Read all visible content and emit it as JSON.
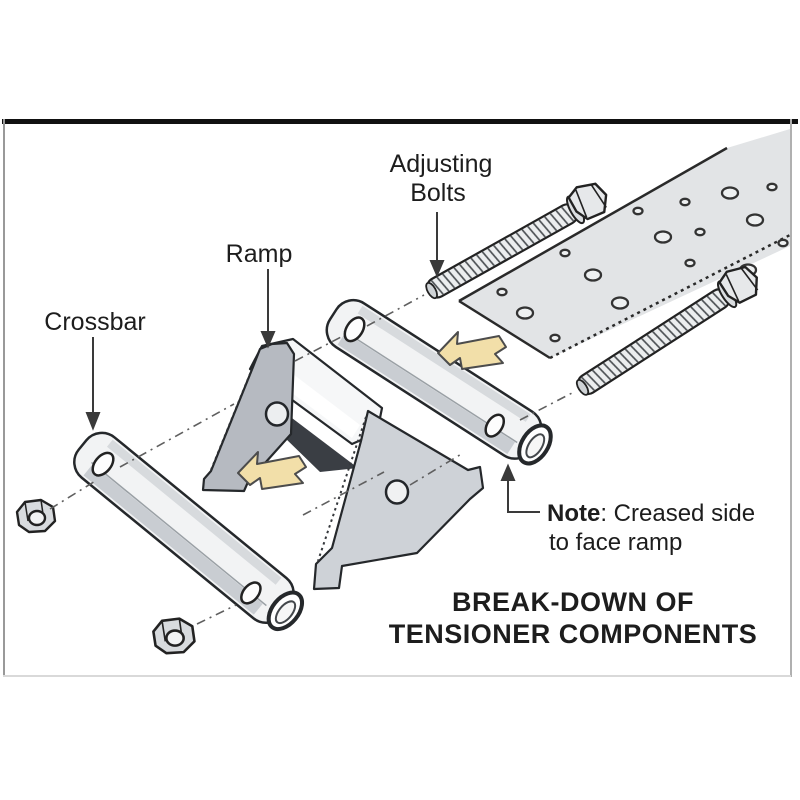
{
  "diagram": {
    "kind": "exploded technical illustration",
    "labels": {
      "adjusting_bolts": {
        "line1": "Adjusting",
        "line2": "Bolts"
      },
      "ramp": "Ramp",
      "crossbar": "Crossbar",
      "note": {
        "bold": "Note",
        "rest": ": Creased side",
        "line2": "to face ramp"
      },
      "title": {
        "line1": "BREAK-DOWN OF",
        "line2": "TENSIONER COMPONENTS"
      }
    },
    "colors": {
      "background": "#ffffff",
      "outline": "#25282b",
      "metal_light": "#e2e4e6",
      "metal_mid": "#ced2d7",
      "metal_dark": "#b6bac1",
      "inner_shadow": "#3a3e44",
      "direction_arrow_fill": "#f2dfa9",
      "direction_arrow_outline": "#4c4c4c",
      "text": "#1d1d1d",
      "frame_top": "#111111",
      "frame_left": "#999999",
      "frame_right": "#b0b0b0",
      "frame_bottom": "#d9d9d9",
      "dash_line": "#5f5f5f"
    }
  }
}
